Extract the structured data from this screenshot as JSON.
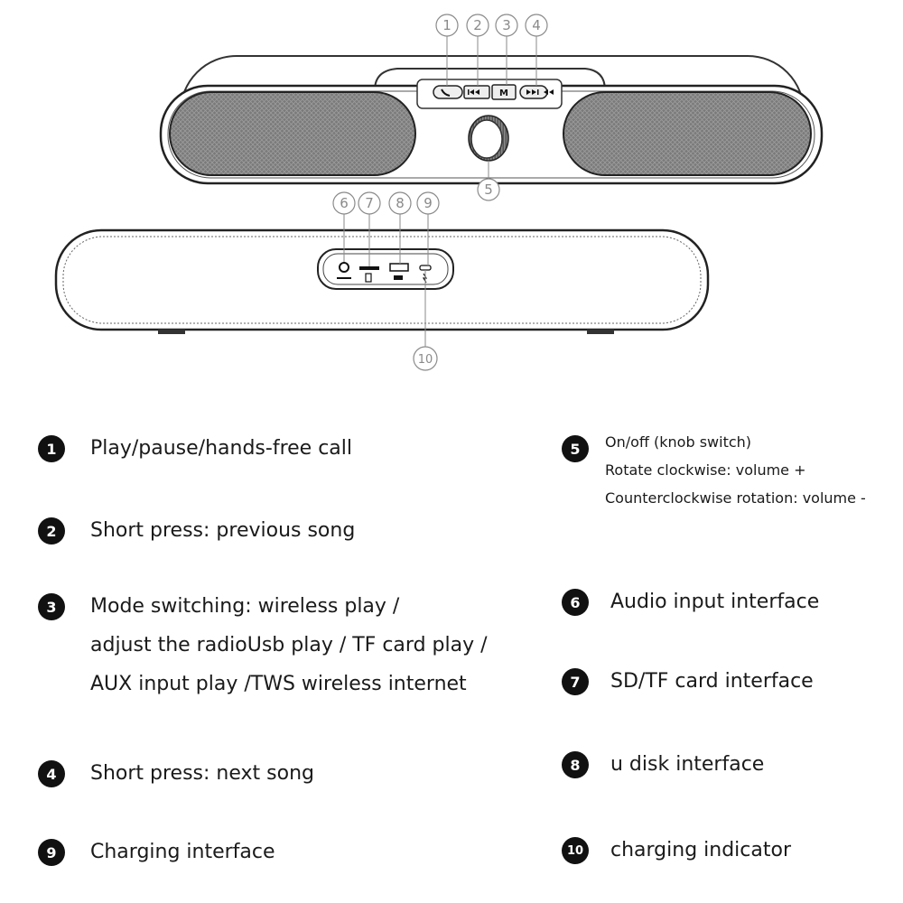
{
  "diagram": {
    "callouts": [
      "1",
      "2",
      "3",
      "4",
      "5",
      "6",
      "7",
      "8",
      "9",
      "10"
    ]
  },
  "legend": [
    {
      "num": "1",
      "lines": [
        "Play/pause/hands-free call"
      ]
    },
    {
      "num": "2",
      "lines": [
        "Short press: previous song"
      ]
    },
    {
      "num": "3",
      "lines": [
        "Mode switching: wireless play /",
        "adjust the radioUsb play / TF card play /",
        "AUX input play /TWS wireless internet"
      ]
    },
    {
      "num": "4",
      "lines": [
        "Short press: next song"
      ]
    },
    {
      "num": "9",
      "lines": [
        "Charging interface"
      ]
    },
    {
      "num": "5",
      "lines": [
        "On/off (knob switch)",
        "Rotate clockwise: volume +",
        "Counterclockwise rotation: volume -"
      ]
    },
    {
      "num": "6",
      "lines": [
        "Audio input interface"
      ]
    },
    {
      "num": "7",
      "lines": [
        "SD/TF card interface"
      ]
    },
    {
      "num": "8",
      "lines": [
        "u disk interface"
      ]
    },
    {
      "num": "10",
      "lines": [
        "charging indicator"
      ]
    }
  ]
}
